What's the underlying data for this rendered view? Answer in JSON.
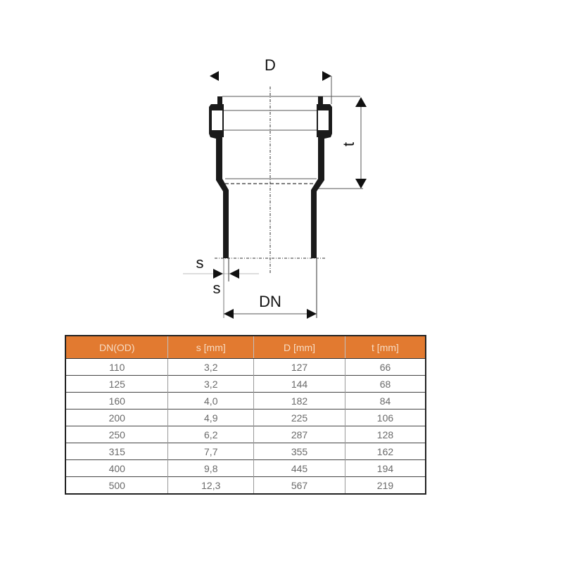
{
  "drawing": {
    "labels": {
      "D": "D",
      "t": "t",
      "s_top": "s",
      "s_bottom": "s",
      "DN": "DN"
    }
  },
  "table": {
    "header_color": "#e27a30",
    "columns": [
      "DN(OD)",
      "s [mm]",
      "D  [mm]",
      "t [mm]"
    ],
    "rows": [
      [
        "110",
        "3,2",
        "127",
        "66"
      ],
      [
        "125",
        "3,2",
        "144",
        "68"
      ],
      [
        "160",
        "4,0",
        "182",
        "84"
      ],
      [
        "200",
        "4,9",
        "225",
        "106"
      ],
      [
        "250",
        "6,2",
        "287",
        "128"
      ],
      [
        "315",
        "7,7",
        "355",
        "162"
      ],
      [
        "400",
        "9,8",
        "445",
        "194"
      ],
      [
        "500",
        "12,3",
        "567",
        "219"
      ]
    ]
  }
}
